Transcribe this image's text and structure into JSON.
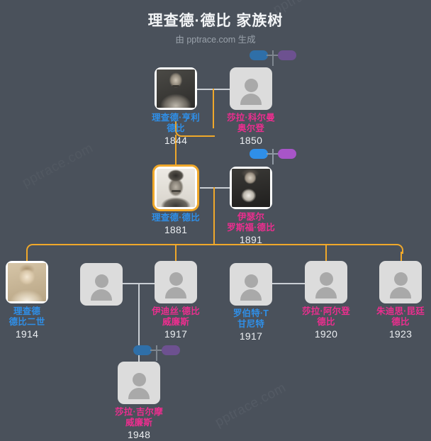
{
  "header": {
    "title": "理查德·德比 家族树",
    "subtitle": "由 pptrace.com 生成"
  },
  "watermark": {
    "text": "pptrace.com"
  },
  "colors": {
    "background": "#4a515b",
    "male_name": "#2f8fe8",
    "female_name": "#ec2e8f",
    "year": "#eceff2",
    "sibling_connector": "#f0a82a",
    "spouse_connector": "#c9ced4",
    "highlight_border": "#f0a82a",
    "card_background": "#dcdcdc",
    "avatar": "#a9a9a9",
    "pill_male_vivid": "#2f8fe8",
    "pill_female_vivid": "#a855c8",
    "pill_male_muted": "#2f6fa8",
    "pill_female_muted": "#6d5190"
  },
  "people": {
    "richard_henry": {
      "name": "理查德·亨利\n德比",
      "year": "1844",
      "gender": "male",
      "has_photo": true
    },
    "sarah_coleman": {
      "name": "莎拉·科尔曼\n奥尔登",
      "year": "1850",
      "gender": "female",
      "has_photo": false
    },
    "richard_derby": {
      "name": "理查德·德比",
      "year": "1881",
      "gender": "male",
      "has_photo": true,
      "highlighted": true
    },
    "ethel_roosevelt": {
      "name": "伊瑟尔\n罗斯福·德比",
      "year": "1891",
      "gender": "female",
      "has_photo": true
    },
    "richard_derby_ii": {
      "name": "理查德\n德比二世",
      "year": "1914",
      "gender": "male",
      "has_photo": true
    },
    "edith_spouse": {
      "name": "",
      "year": "",
      "gender": "male",
      "has_photo": false
    },
    "edith_derby": {
      "name": "伊迪丝·德比\n威廉斯",
      "year": "1917",
      "gender": "female",
      "has_photo": false
    },
    "robert_gannett": {
      "name": "罗伯特·T\n甘尼特",
      "year": "1917",
      "gender": "male",
      "has_photo": false
    },
    "sarah_alden": {
      "name": "莎拉·阿尔登\n德比",
      "year": "1920",
      "gender": "female",
      "has_photo": false
    },
    "judith_quentin": {
      "name": "朱迪思·昆廷\n德比",
      "year": "1923",
      "gender": "female",
      "has_photo": false
    },
    "sarah_gilmore": {
      "name": "莎拉·吉尔摩\n威廉斯",
      "year": "1948",
      "gender": "female",
      "has_photo": false
    }
  }
}
